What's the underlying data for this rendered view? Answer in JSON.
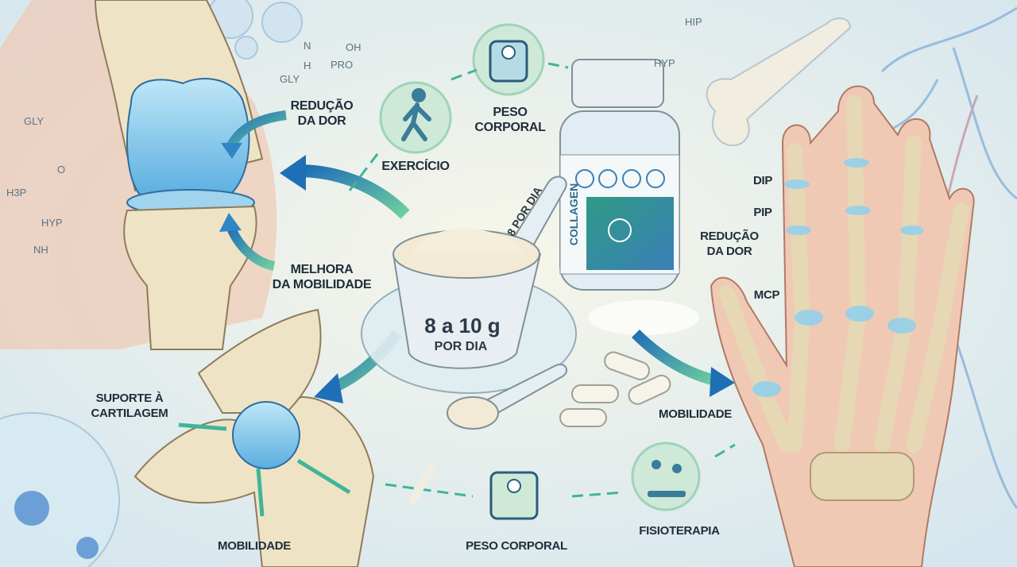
{
  "labels": {
    "knee_pain": [
      "REDUÇÃO",
      "DA DOR"
    ],
    "knee_mobility": [
      "MELHORA",
      "DA MOBILIDADE"
    ],
    "exercise": "EXERCÍCIO",
    "weight_top": [
      "PESO",
      "CORPORAL"
    ],
    "hip_cartilage": [
      "SUPORTE À",
      "CARTILAGEM"
    ],
    "hip_mobility": "MOBILIDADE",
    "weight_bottom": "PESO CORPORAL",
    "physio": "FISIOTERAPIA",
    "hand_mobility": "MOBILIDADE",
    "hand_pain": [
      "REDUÇÃO",
      "DA DOR"
    ],
    "dip": "DIP",
    "pip": "PIP",
    "mcp": "MCP"
  },
  "dose": {
    "amount": "8 a 10 g",
    "per_day": "POR DIA",
    "scoop_handle": "8 POR DIA"
  },
  "bottle": {
    "label": "COLLAGEN"
  },
  "chemistry": [
    "GLY",
    "PRO",
    "OH",
    "N",
    "H",
    "HYP",
    "HIP",
    "H3P",
    "NH",
    "O"
  ],
  "colors": {
    "accent_blue": "#2f86c4",
    "accent_green": "#3fb59a",
    "bone": "#efe3c6",
    "skin": "#f0c9b4"
  }
}
